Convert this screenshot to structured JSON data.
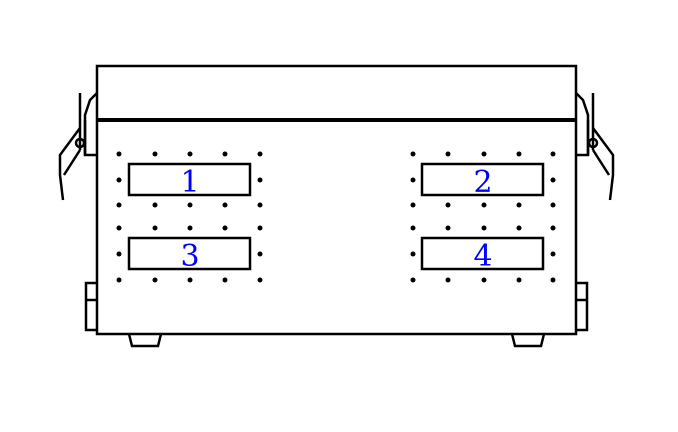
{
  "colors": {
    "line": "#000000",
    "label": "#0000ff",
    "background": "#ffffff"
  },
  "panels": [
    {
      "label": "1"
    },
    {
      "label": "2"
    },
    {
      "label": "3"
    },
    {
      "label": "4"
    }
  ]
}
